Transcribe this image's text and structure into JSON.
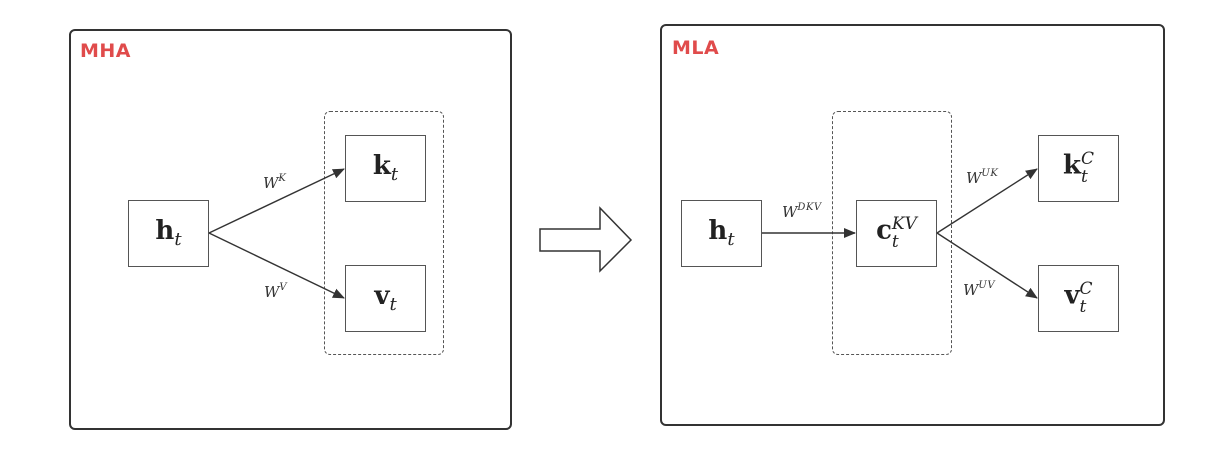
{
  "colors": {
    "title": "#e04b4b",
    "border": "#333333",
    "arrow": "#333333"
  },
  "mha": {
    "title": "MHA",
    "h_node": {
      "base": "h",
      "sub": "t"
    },
    "k_node": {
      "base": "k",
      "sub": "t"
    },
    "v_node": {
      "base": "v",
      "sub": "t"
    },
    "wk": {
      "base": "W",
      "sup": "K"
    },
    "wv": {
      "base": "W",
      "sup": "V"
    }
  },
  "mla": {
    "title": "MLA",
    "h_node": {
      "base": "h",
      "sub": "t"
    },
    "c_node": {
      "base": "c",
      "sub": "t",
      "sup": "KV"
    },
    "k_node": {
      "base": "k",
      "sub": "t",
      "sup": "C"
    },
    "v_node": {
      "base": "v",
      "sub": "t",
      "sup": "C"
    },
    "wdkv": {
      "base": "W",
      "sup": "DKV"
    },
    "wuk": {
      "base": "W",
      "sup": "UK"
    },
    "wuv": {
      "base": "W",
      "sup": "UV"
    }
  },
  "transition_arrow": "right-arrow-icon"
}
